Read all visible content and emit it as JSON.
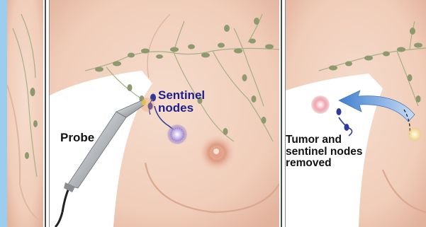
{
  "labels": {
    "sentinel_line1": "Sentinel",
    "sentinel_line2": "nodes",
    "probe": "Probe",
    "removed_line1": "Tumor and",
    "removed_line2": "sentinel nodes",
    "removed_line3": "removed"
  },
  "colors": {
    "frame_blue": "#9ccdee",
    "skin": "#f2d4c4",
    "skin_shadow": "#e2b29c",
    "lymph_node": "#8e9a6e",
    "sentinel_node": "#2f3a9c",
    "tumor": "#b79bd6",
    "arrow": "#3f7fd0",
    "probe_metal": "#b9bcc0",
    "probe_tip": "#e2c04a",
    "cable": "#222222"
  }
}
